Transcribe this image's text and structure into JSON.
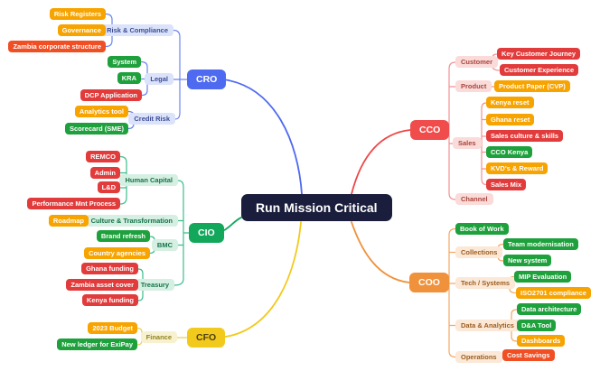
{
  "center": {
    "label": "Run Mission Critical"
  },
  "cro": {
    "label": "CRO",
    "risk_compliance": {
      "label": "Risk & Compliance",
      "items": [
        "Risk Registers",
        "Governance",
        "Zambia corporate structure"
      ]
    },
    "legal": {
      "label": "Legal",
      "items": [
        "System",
        "KRA",
        "DCP Application"
      ]
    },
    "credit_risk": {
      "label": "Credit Risk",
      "items": [
        "Analytics tool",
        "Scorecard (SME)"
      ]
    }
  },
  "cio": {
    "label": "CIO",
    "human_capital": {
      "label": "Human Capital",
      "items": [
        "REMCO",
        "Admin",
        "L&D",
        "Performance Mnt Process"
      ]
    },
    "culture": {
      "label": "Culture & Transformation",
      "items": [
        "Roadmap"
      ]
    },
    "bmc": {
      "label": "BMC",
      "items": [
        "Brand refresh",
        "Country agencies"
      ]
    },
    "treasury": {
      "label": "Treasury",
      "items": [
        "Ghana funding",
        "Zambia asset cover",
        "Kenya funding"
      ]
    }
  },
  "cfo": {
    "label": "CFO",
    "finance": {
      "label": "Finance",
      "items": [
        "2023 Budget",
        "New ledger for ExiPay"
      ]
    }
  },
  "cco": {
    "label": "CCO",
    "customer": {
      "label": "Customer",
      "items": [
        "Key Customer Journey",
        "Customer Experience"
      ]
    },
    "product": {
      "label": "Product",
      "items": [
        "Product Paper (CVP)"
      ]
    },
    "sales": {
      "label": "Sales",
      "items": [
        "Kenya reset",
        "Ghana reset",
        "Sales culture & skills",
        "CCO Kenya",
        "KVD's & Reward",
        "Sales Mix"
      ]
    },
    "channel": {
      "label": "Channel"
    }
  },
  "coo": {
    "label": "COO",
    "book_of_work": "Book of Work",
    "collections": {
      "label": "Collections",
      "items": [
        "Team modernisation",
        "New system"
      ]
    },
    "tech_systems": {
      "label": "Tech / Systems",
      "items": [
        "MIP Evaluation",
        "ISO2701 compliance"
      ]
    },
    "data_analytics": {
      "label": "Data & Analytics",
      "items": [
        "Data architecture",
        "D&A Tool",
        "Dashboards"
      ]
    },
    "operations": {
      "label": "Operations",
      "items": [
        "Cost Savings"
      ]
    }
  },
  "colors": {
    "amber": "#f7a300",
    "redorange": "#f14e23",
    "crimson": "#e23b3b",
    "green": "#1ea13c",
    "blue": "#4e6af0",
    "emerald": "#13a75c",
    "yellow": "#f2ca1d",
    "red": "#f04c4c",
    "orange": "#f0913c",
    "navy": "#1a1e3c",
    "lavender-bg": "#dbe3fb",
    "lavender-tx": "#3d4c94",
    "mint-bg": "#d5efe3",
    "mint-tx": "#157347",
    "pink-bg": "#fadbd9",
    "pink-tx": "#a8443a",
    "peach-bg": "#fbe8d6",
    "peach-tx": "#9c5d20",
    "cream-bg": "#f8f1cf",
    "cream-tx": "#8f841d",
    "line-blue": "#6c84f0",
    "line-green": "#3cbd8d",
    "line-yellow": "#eccf52",
    "line-red": "#f29090",
    "line-orange": "#f3a763"
  }
}
